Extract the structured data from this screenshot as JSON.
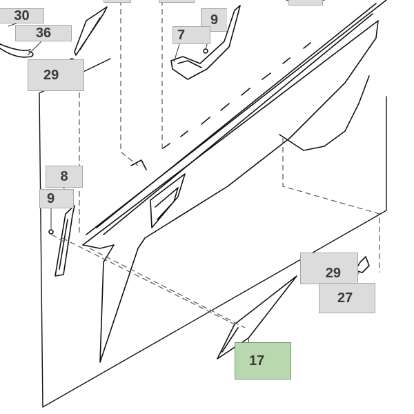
{
  "diagram": {
    "colors": {
      "callout_fill": "#dcdcdc",
      "callout_border": "#a8a8a8",
      "highlight_fill": "#b9d8b0",
      "highlight_border": "#6f9a64",
      "label_text": "#3a3a3a",
      "line": "#111111",
      "dash": "#555555"
    },
    "callouts": [
      {
        "id": "c30",
        "label": "30",
        "highlight": false
      },
      {
        "id": "c36",
        "label": "36",
        "highlight": false
      },
      {
        "id": "c29a",
        "label": "29",
        "highlight": false
      },
      {
        "id": "c9a",
        "label": "9",
        "highlight": false
      },
      {
        "id": "c7",
        "label": "7",
        "highlight": false
      },
      {
        "id": "c8",
        "label": "8",
        "highlight": false
      },
      {
        "id": "c9b",
        "label": "9",
        "highlight": false
      },
      {
        "id": "c29b",
        "label": "29",
        "highlight": false
      },
      {
        "id": "c27",
        "label": "27",
        "highlight": false
      },
      {
        "id": "c17",
        "label": "17",
        "highlight": true
      }
    ]
  }
}
